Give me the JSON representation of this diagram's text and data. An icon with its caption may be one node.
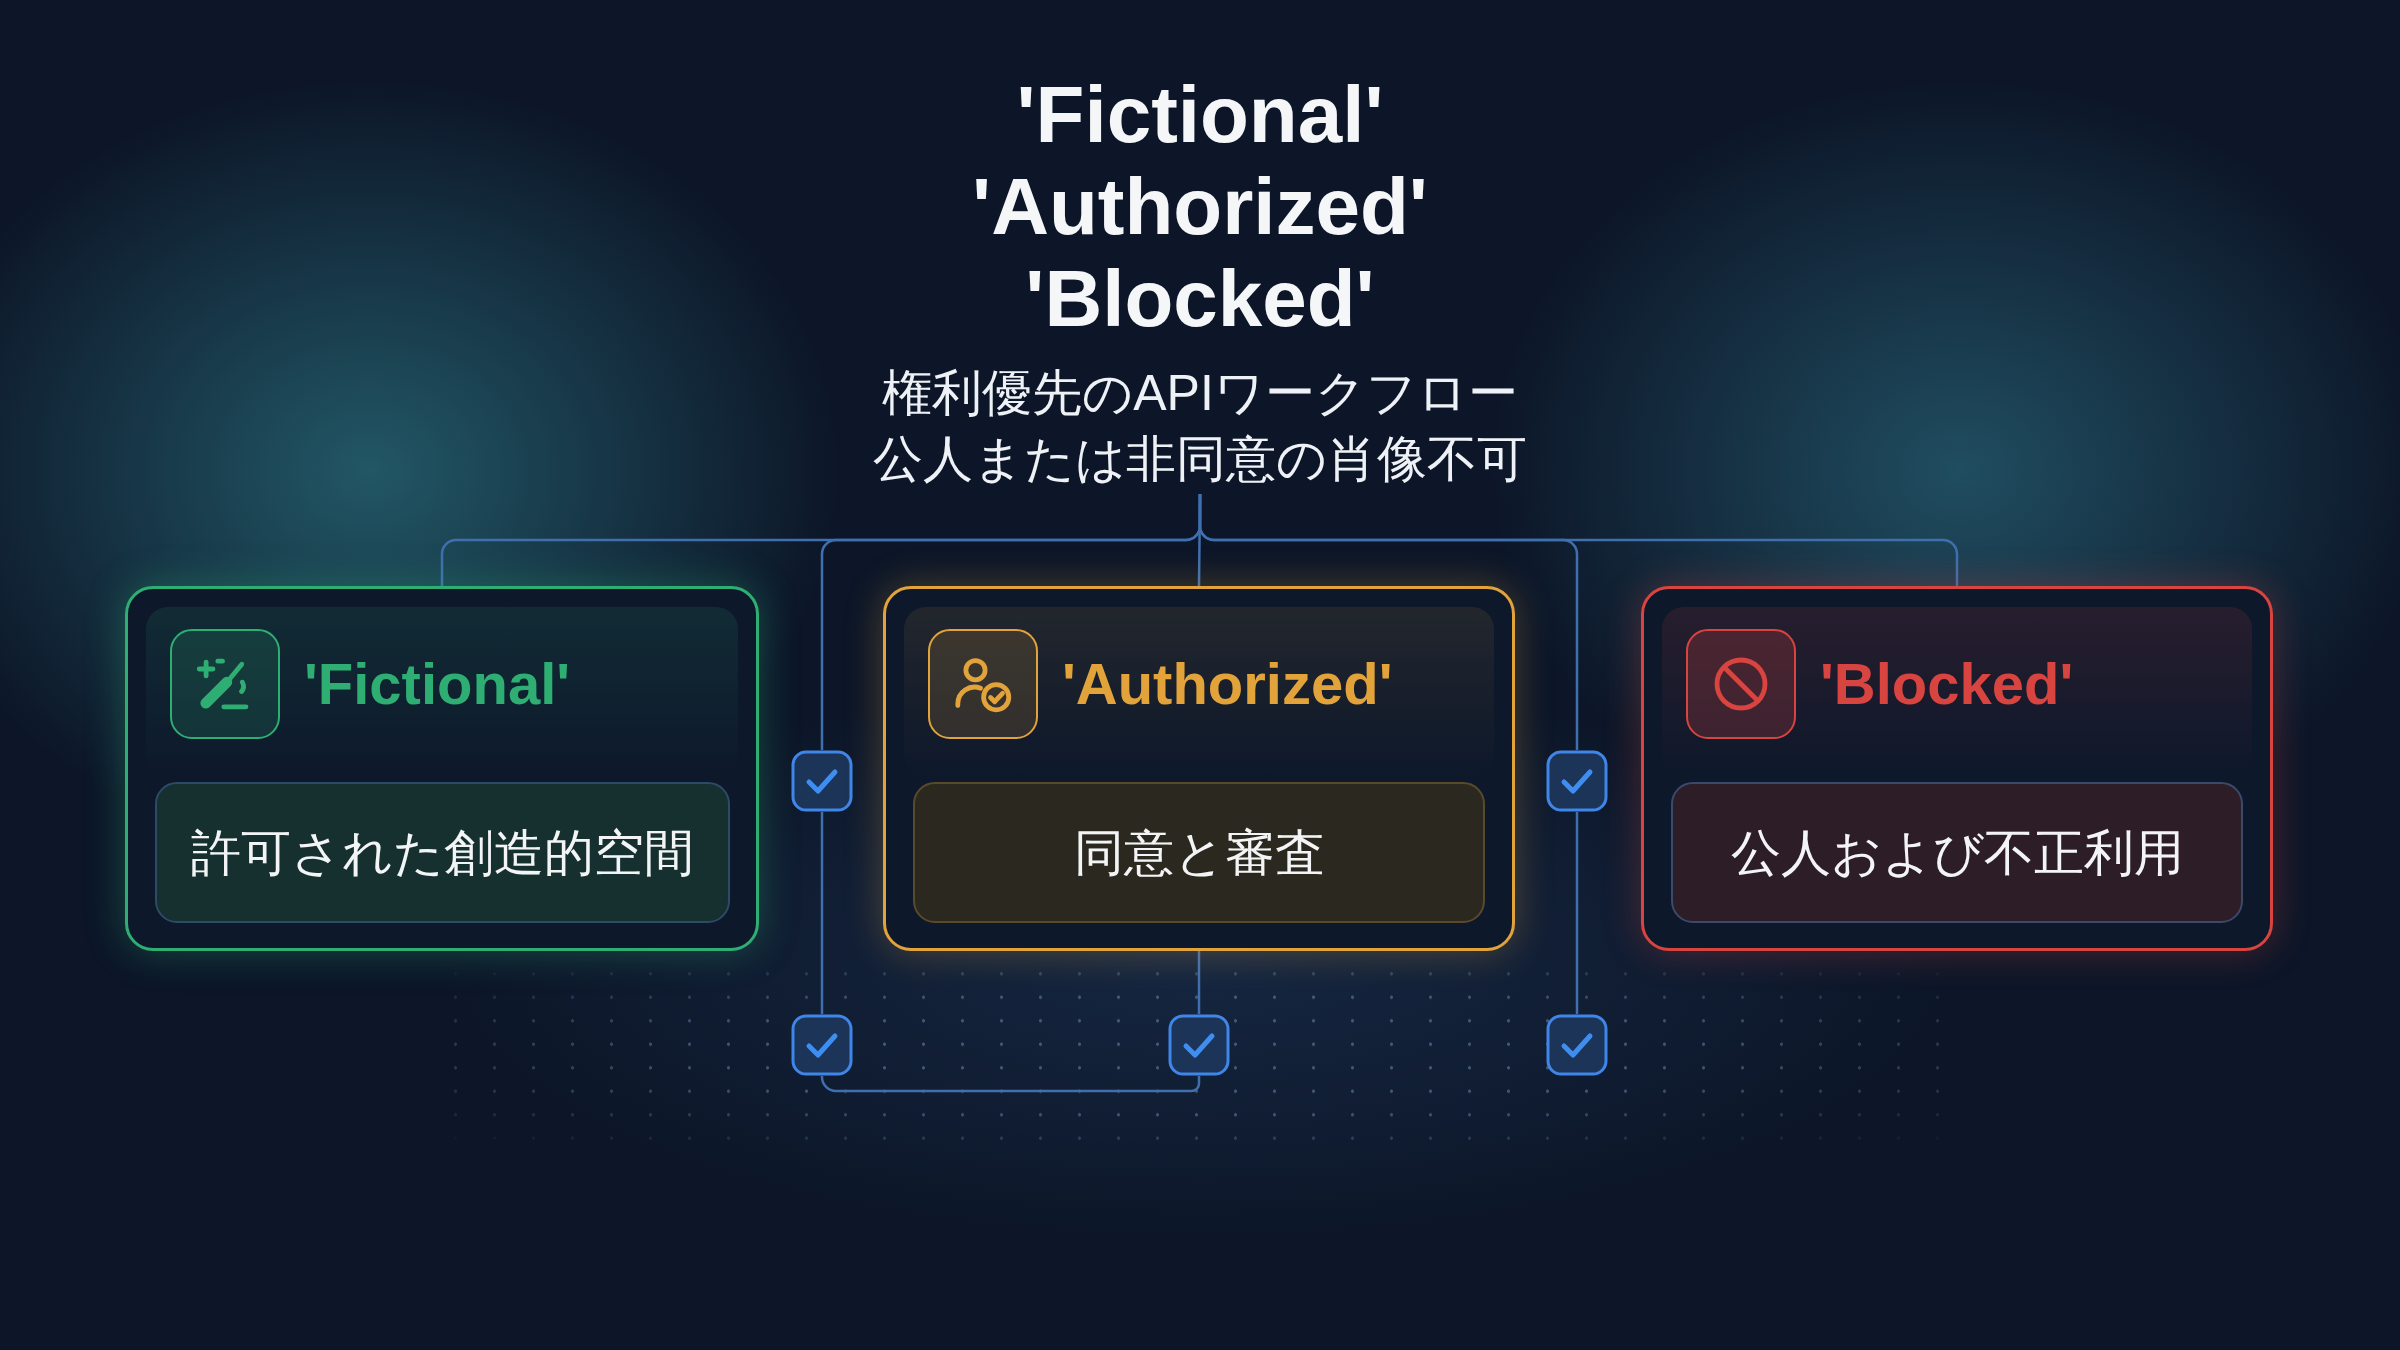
{
  "diagram": {
    "title": "'Fictional' 'Authorized' 'Blocked'",
    "nodes": [
      {
        "text": [
          "権利優先のAPIワークフロー",
          "公人または非同意の肖像不可"
        ]
      },
      {
        "text": [
          "'Fictional'"
        ]
      },
      {
        "text": [
          "許可された創造的空間"
        ],
        "in": 1
      },
      {
        "text": [],
        "shape": "checkbox"
      },
      {
        "text": [
          "'Authorized'"
        ]
      },
      {
        "text": [
          "同意と審査"
        ],
        "in": 4
      },
      {
        "text": [],
        "shape": "checkbox"
      },
      {
        "text": [
          "'Blocked'"
        ]
      },
      {
        "text": [
          "公人および不正利用"
        ],
        "in": 7
      },
      {
        "text": [],
        "shape": "checkbox"
      },
      {
        "text": [],
        "shape": "checkbox"
      },
      {
        "text": [],
        "shape": "checkbox"
      }
    ],
    "edges": [
      {
        "from": 0,
        "to": 1,
        "arrow": "none"
      },
      {
        "from": 0,
        "to": 3,
        "arrow": "none"
      },
      {
        "from": 0,
        "to": 4,
        "arrow": "none"
      },
      {
        "from": 0,
        "to": 6,
        "arrow": "none"
      },
      {
        "from": 0,
        "to": 7,
        "arrow": "none"
      },
      {
        "from": 3,
        "to": 9,
        "arrow": "none"
      },
      {
        "from": 4,
        "to": 10,
        "arrow": "none"
      },
      {
        "from": 6,
        "to": 11,
        "arrow": "none"
      },
      {
        "from": 9,
        "to": 10,
        "arrow": "none"
      }
    ]
  }
}
